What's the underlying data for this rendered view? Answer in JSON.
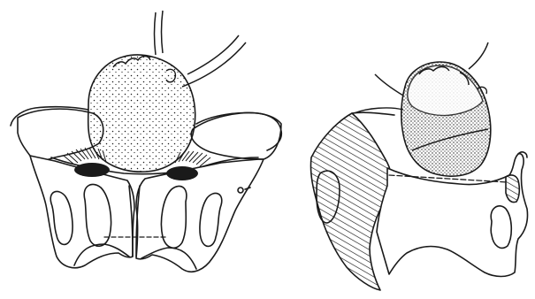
{
  "figure": {
    "colors": {
      "ink": "#1a1a1a",
      "paper": "#ffffff"
    },
    "panels": [
      {
        "id": "front",
        "view": "anterior"
      },
      {
        "id": "side",
        "view": "lateral"
      }
    ]
  }
}
